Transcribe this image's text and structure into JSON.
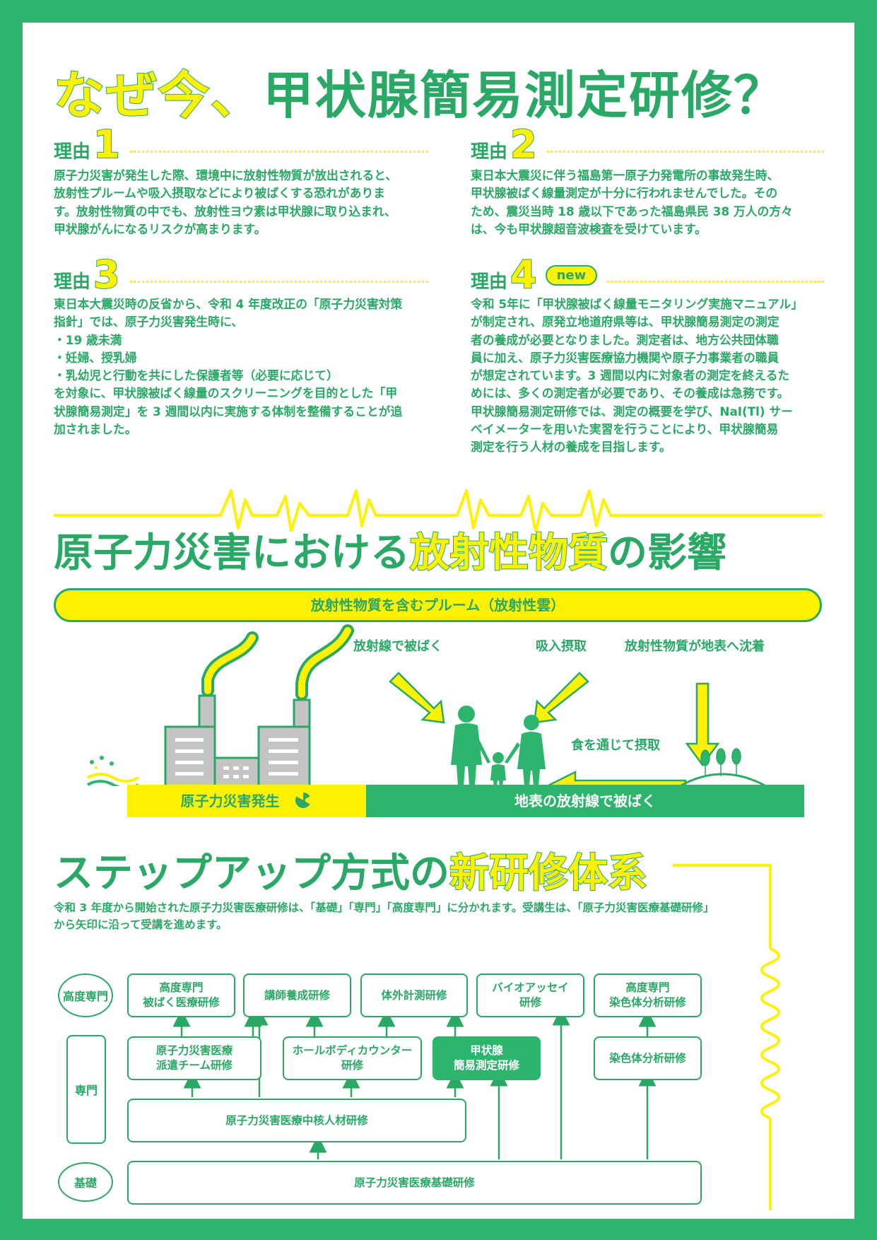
{
  "title": {
    "part1": "なぜ今、",
    "part2": "甲状腺簡易測定研修？"
  },
  "reasons": [
    {
      "label": "理由",
      "number": "1",
      "lines": [
        "原子力災害が発生した際、環境中に放射性物質が放出されると、",
        "放射性プルームや吸入摂取などにより被ばくする恐れがありま",
        "す。放射性物質の中でも、放射性ヨウ素は甲状腺に取り込まれ、",
        "甲状腺がんになるリスクが高まります。"
      ]
    },
    {
      "label": "理由",
      "number": "2",
      "lines": [
        "東日本大震災に伴う福島第一原子力発電所の事故発生時、",
        "甲状腺被ばく線量測定が十分に行われませんでした。その",
        "ため、震災当時 18 歳以下であった福島県民 38 万人の方々",
        "は、今も甲状腺超音波検査を受けています。"
      ]
    },
    {
      "label": "理由",
      "number": "3",
      "lines": [
        "東日本大震災時の反省から、令和 4 年度改正の「原子力災害対策",
        "指針」では、原子力災害発生時に、",
        "・19 歳未満",
        "・妊婦、授乳婦",
        "・乳幼児と行動を共にした保護者等（必要に応じて）",
        "を対象に、甲状腺被ばく線量のスクリーニングを目的とした「甲",
        "状腺簡易測定」を 3 週間以内に実施する体制を整備することが追",
        "加されました。"
      ]
    },
    {
      "label": "理由",
      "number": "4",
      "badge": "new",
      "lines": [
        "令和 5年に「甲状腺被ばく線量モニタリング実施マニュアル」",
        "が制定され、原発立地道府県等は、甲状腺簡易測定の測定",
        "者の養成が必要となりました。測定者は、地方公共団体職",
        "員に加え、原子力災害医療協力機関や原子力事業者の職員",
        "が想定されています。3 週間以内に対象者の測定を終えるた",
        "めには、多くの測定者が必要であり、その養成は急務です。",
        "甲状腺簡易測定研修では、測定の概要を学び、NaI(Tl) サー",
        "ベイメーターを用いた実習を行うことにより、甲状腺簡易",
        "測定を行う人材の養成を目指します。"
      ]
    }
  ],
  "section2": {
    "pre": "原子力災害における",
    "highlight": "放射性物質",
    "post": "の影響",
    "plume": "放射性物質を含むプルーム（放射性雲）",
    "label_radiation": "放射線で被ばく",
    "label_inhalation": "吸入摂取",
    "label_deposit": "放射性物質が地表へ沈着",
    "label_food": "食を通じて摂取",
    "ground_left": "原子力災害発生",
    "ground_right": "地表の放射線で被ばく"
  },
  "section3": {
    "pre": "ステップアップ方式の",
    "highlight": "新研修体系",
    "intro_lines": [
      "令和 3 年度から開始された原子力災害医療研修は、「基礎」「専門」「高度専門」に分かれます。受講生は、「原子力災害医療基礎研修」",
      "から矢印に沿って受講を進めます。"
    ],
    "levels": {
      "advanced": "高度専門",
      "specialist": "専門",
      "basic": "基礎"
    },
    "boxes": {
      "adv_medical": "高度専門\n被ばく医療研修",
      "instructor": "講師養成研修",
      "external": "体外計測研修",
      "bioassay": "バイオアッセイ\n研修",
      "adv_chromosome": "高度専門\n染色体分析研修",
      "dispatch": "原子力災害医療\n派遣チーム研修",
      "wholebody": "ホールボディカウンター\n研修",
      "thyroid": "甲状腺\n簡易測定研修",
      "chromosome": "染色体分析研修",
      "core": "原子力災害医療中核人材研修",
      "basic": "原子力災害医療基礎研修"
    }
  },
  "colors": {
    "frame": "#2db56e",
    "green": "#2aa866",
    "yellow": "#fff200",
    "gray": "#c4c4c4"
  }
}
